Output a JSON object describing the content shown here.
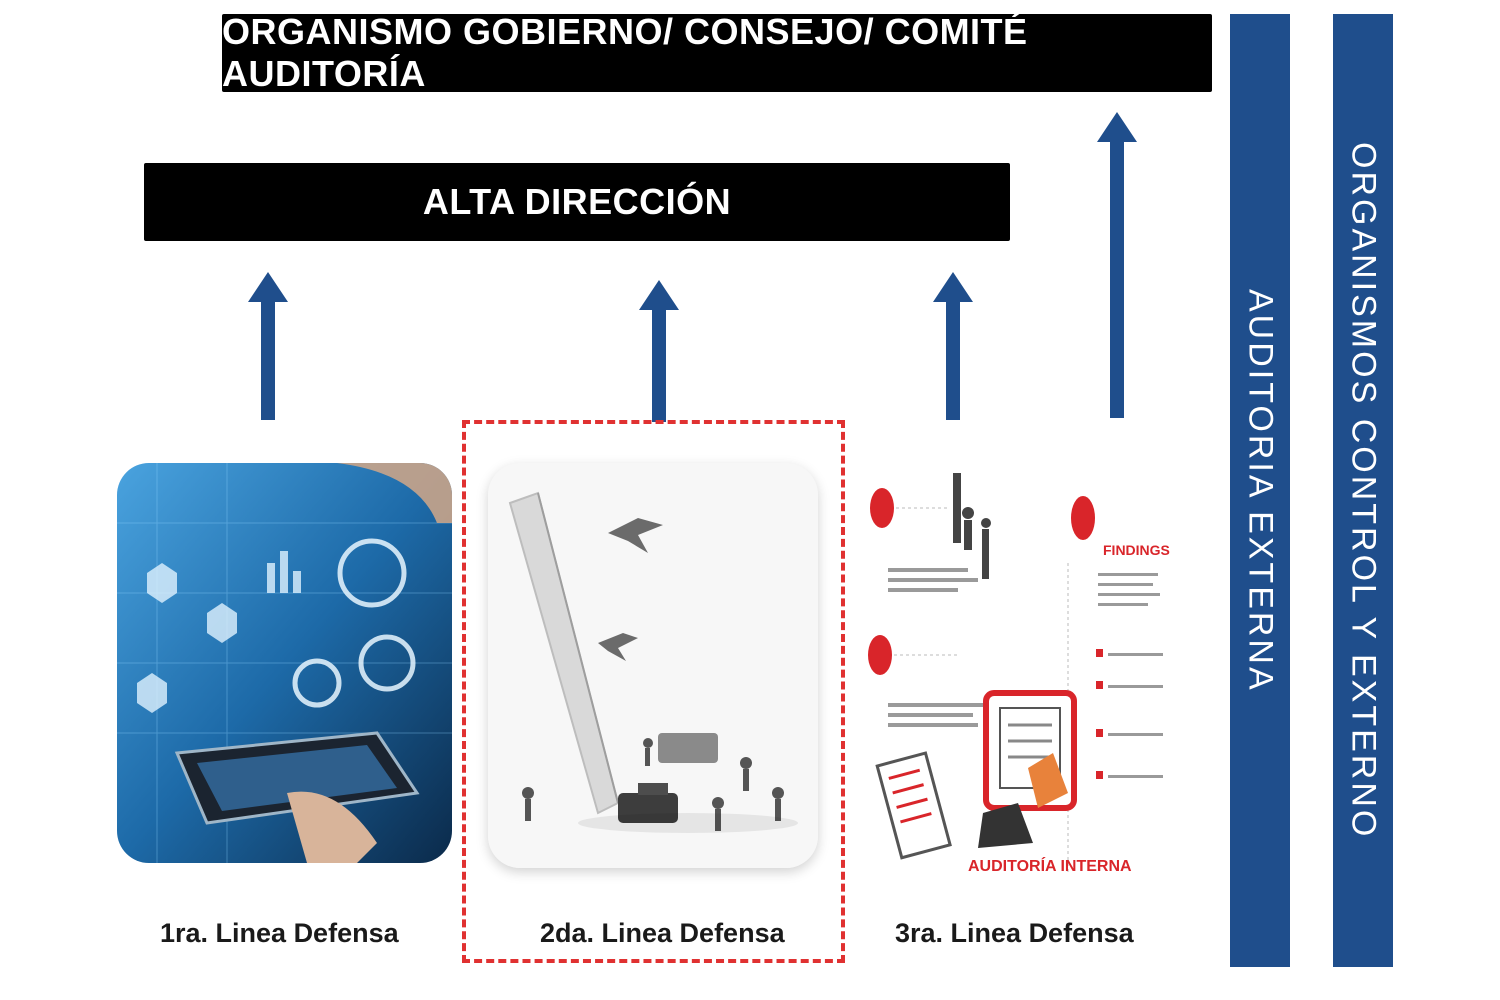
{
  "top_bar": {
    "label": "ORGANISMO GOBIERNO/ CONSEJO/ COMITÉ AUDITORÍA"
  },
  "alta_bar": {
    "label": "ALTA DIRECCIÓN"
  },
  "side_columns": [
    {
      "label": "AUDITORIA EXTERNA"
    },
    {
      "label": "ORGANISMOS CONTROL Y EXTERNO"
    }
  ],
  "lines": [
    {
      "label": "1ra. Linea Defensa"
    },
    {
      "label": "2da. Linea Defensa"
    },
    {
      "label": "3ra. Linea Defensa"
    }
  ],
  "illustration_3": {
    "findings_label": "FINDINGS",
    "audit_label": "AUDITORÍA INTERNA"
  },
  "colors": {
    "arrow": "#1f4e8c",
    "column": "#1f4e8c",
    "highlight": "#e03131",
    "bar": "#000000"
  },
  "icons": [
    "arrow-up-icon",
    "digital-tablet-image",
    "defense-figures-image",
    "audit-infographic-image"
  ]
}
